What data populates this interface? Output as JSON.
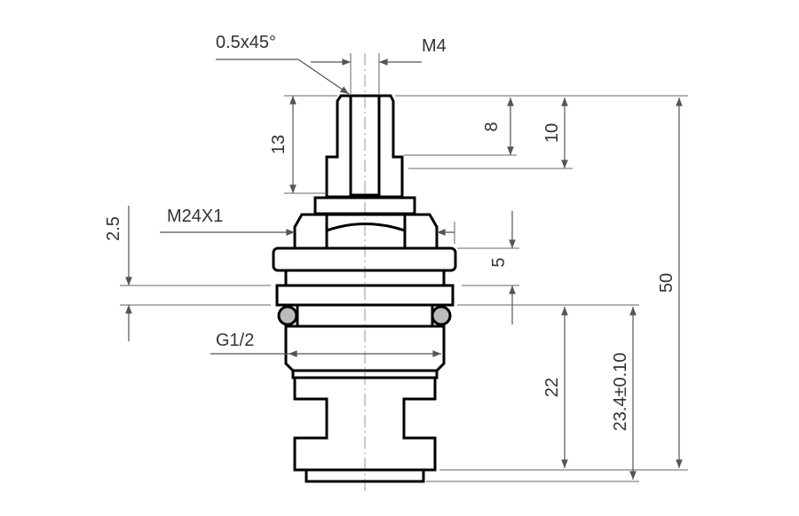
{
  "labels": {
    "chamfer": "0.5x45°",
    "m4": "M4",
    "d13": "13",
    "d8": "8",
    "d10": "10",
    "d2_5": "2.5",
    "m24": "M24X1",
    "d5": "5",
    "d50": "50",
    "g12": "G1/2",
    "d22": "22",
    "d23_4": "23.4±0.10"
  }
}
